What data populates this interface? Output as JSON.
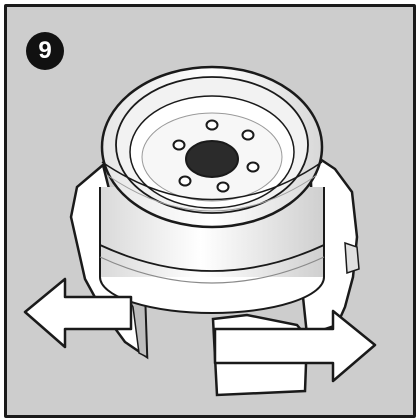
{
  "step": {
    "number": "9"
  },
  "colors": {
    "background": "#cdcdcd",
    "outline": "#1a1a1a",
    "badge": "#111111",
    "badge_text": "#ffffff",
    "part_fill": "#ffffff",
    "shade": "#bdbdbd",
    "hub_hole": "#2b2b2b"
  },
  "icons": {
    "left_arrow": "arrow-left",
    "right_arrow": "arrow-right"
  }
}
